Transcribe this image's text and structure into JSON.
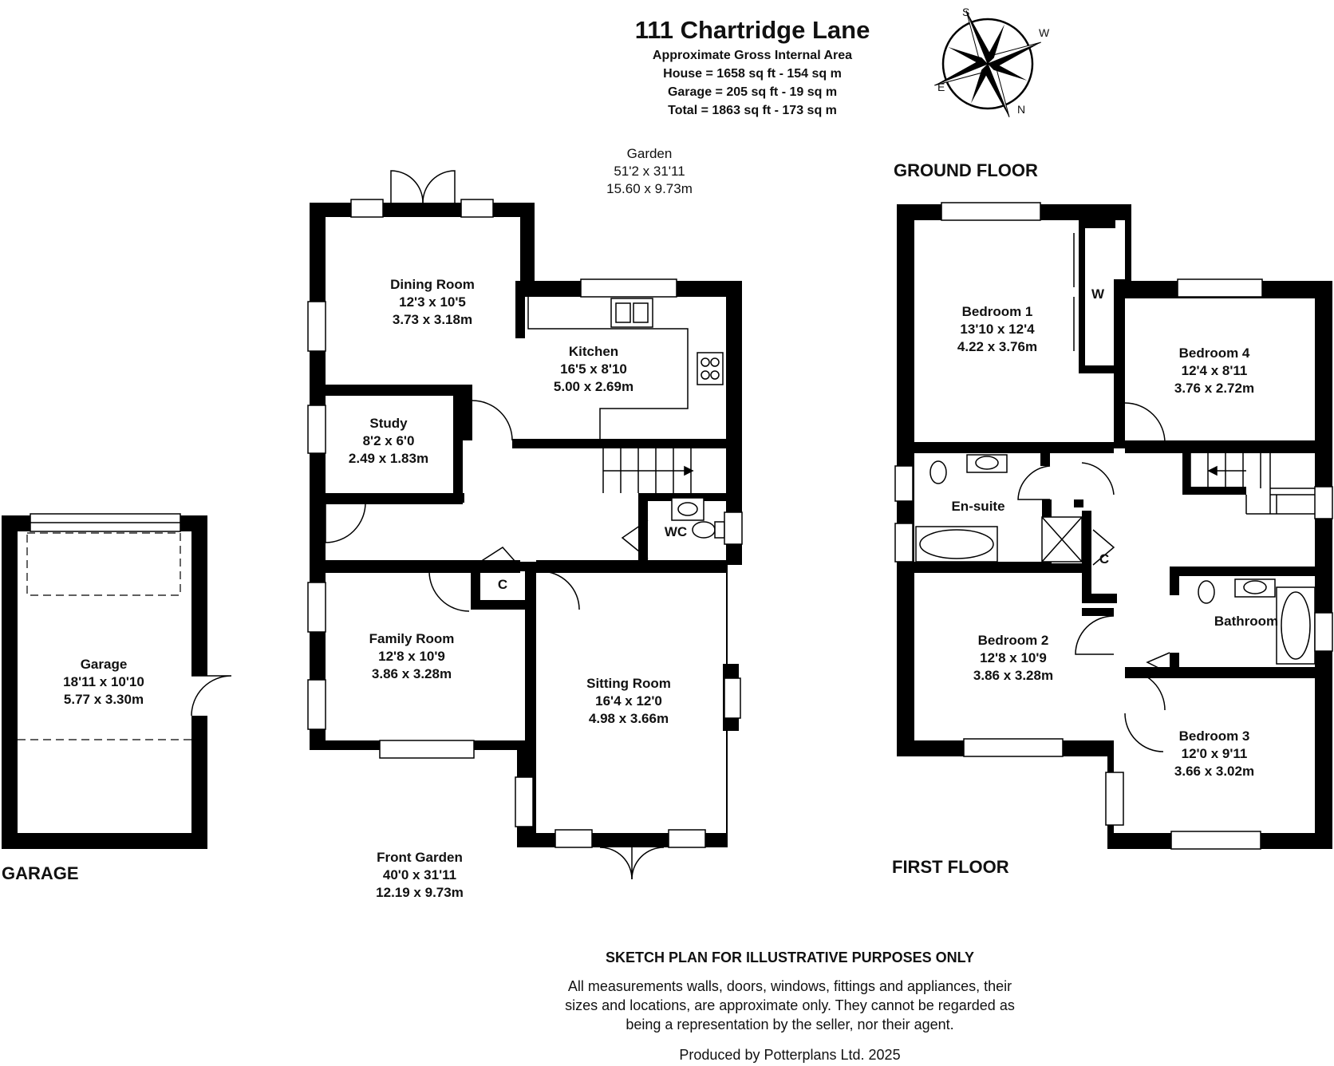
{
  "header": {
    "title": "111 Chartridge Lane",
    "subtitle": "Approximate Gross Internal Area",
    "house_area": "House = 1658 sq ft - 154 sq m",
    "garage_area": "Garage = 205 sq ft - 19 sq m",
    "total_area": "Total = 1863 sq ft - 173 sq m"
  },
  "compass": {
    "n": "N",
    "s": "S",
    "e": "E",
    "w": "W"
  },
  "floors": {
    "ground": "GROUND FLOOR",
    "first": "FIRST FLOOR",
    "garage": "GARAGE"
  },
  "outdoor": {
    "garden": {
      "name": "Garden",
      "imperial": "51'2 x 31'11",
      "metric": "15.60 x 9.73m"
    },
    "front_garden": {
      "name": "Front Garden",
      "imperial": "40'0 x 31'11",
      "metric": "12.19 x 9.73m"
    }
  },
  "rooms": {
    "dining": {
      "name": "Dining Room",
      "imperial": "12'3 x 10'5",
      "metric": "3.73 x 3.18m"
    },
    "kitchen": {
      "name": "Kitchen",
      "imperial": "16'5 x 8'10",
      "metric": "5.00 x 2.69m"
    },
    "study": {
      "name": "Study",
      "imperial": "8'2 x 6'0",
      "metric": "2.49 x 1.83m"
    },
    "wc": {
      "name": "WC"
    },
    "cupboard_ground": {
      "name": "C"
    },
    "family": {
      "name": "Family Room",
      "imperial": "12'8 x 10'9",
      "metric": "3.86 x 3.28m"
    },
    "sitting": {
      "name": "Sitting Room",
      "imperial": "16'4 x 12'0",
      "metric": "4.98 x 3.66m"
    },
    "garage": {
      "name": "Garage",
      "imperial": "18'11 x 10'10",
      "metric": "5.77 x 3.30m"
    },
    "bedroom1": {
      "name": "Bedroom 1",
      "imperial": "13'10 x 12'4",
      "metric": "4.22 x 3.76m"
    },
    "wardrobe": {
      "name": "W"
    },
    "bedroom4": {
      "name": "Bedroom 4",
      "imperial": "12'4 x 8'11",
      "metric": "3.76 x 2.72m"
    },
    "ensuite": {
      "name": "En-suite"
    },
    "cupboard_first": {
      "name": "C"
    },
    "bathroom": {
      "name": "Bathroom"
    },
    "bedroom2": {
      "name": "Bedroom 2",
      "imperial": "12'8 x 10'9",
      "metric": "3.86 x 3.28m"
    },
    "bedroom3": {
      "name": "Bedroom 3",
      "imperial": "12'0 x 9'11",
      "metric": "3.66 x 3.02m"
    }
  },
  "footer": {
    "heading": "SKETCH PLAN FOR ILLUSTRATIVE PURPOSES ONLY",
    "line1": "All measurements walls, doors, windows, fittings and appliances, their",
    "line2": "sizes and locations, are approximate only. They cannot be regarded as",
    "line3": "being a representation by the seller, nor their agent.",
    "produced": "Produced by Potterplans Ltd. 2025"
  }
}
